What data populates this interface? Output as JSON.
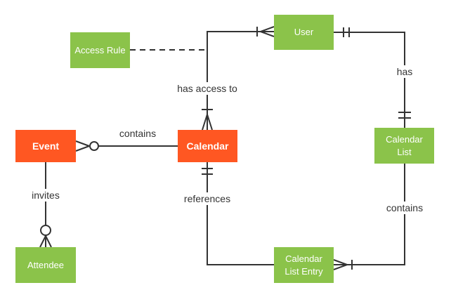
{
  "diagram": {
    "type": "entity-relationship",
    "notation": "crows-foot",
    "colors": {
      "entity_green": "#8BC34A",
      "entity_orange": "#FF5722",
      "entity_text": "#FFFFFF",
      "line": "#333333",
      "label_text": "#333333",
      "background": "#FFFFFF"
    },
    "entities": [
      {
        "id": "access-rule",
        "label": "Access Rule",
        "color": "green"
      },
      {
        "id": "user",
        "label": "User",
        "color": "green"
      },
      {
        "id": "event",
        "label": "Event",
        "color": "orange"
      },
      {
        "id": "calendar",
        "label": "Calendar",
        "color": "orange"
      },
      {
        "id": "calendar-list",
        "label": "Calendar List",
        "color": "green"
      },
      {
        "id": "attendee",
        "label": "Attendee",
        "color": "green"
      },
      {
        "id": "calendar-list-entry",
        "label": "Calendar List Entry",
        "color": "green"
      }
    ],
    "relationships": [
      {
        "label": "contains",
        "from": "Calendar",
        "to": "Event",
        "from_end": "none",
        "to_end": "zero-or-many",
        "style": "solid"
      },
      {
        "label": "has access to",
        "from": "User",
        "to": "Calendar",
        "from_end": "one-or-many",
        "to_end": "one-or-many",
        "style": "solid"
      },
      {
        "label": "",
        "from": "Access Rule",
        "to": "has-access-to-line",
        "from_end": "none",
        "to_end": "none",
        "style": "dashed"
      },
      {
        "label": "has",
        "from": "User",
        "to": "Calendar List",
        "from_end": "exactly-one",
        "to_end": "exactly-one",
        "style": "solid"
      },
      {
        "label": "references",
        "from": "Calendar",
        "to": "Calendar List Entry",
        "from_end": "exactly-one",
        "to_end": "none",
        "style": "solid"
      },
      {
        "label": "contains",
        "from": "Calendar List",
        "to": "Calendar List Entry",
        "from_end": "none",
        "to_end": "one-or-many",
        "style": "solid"
      },
      {
        "label": "invites",
        "from": "Event",
        "to": "Attendee",
        "from_end": "none",
        "to_end": "zero-or-many",
        "style": "solid"
      }
    ]
  }
}
